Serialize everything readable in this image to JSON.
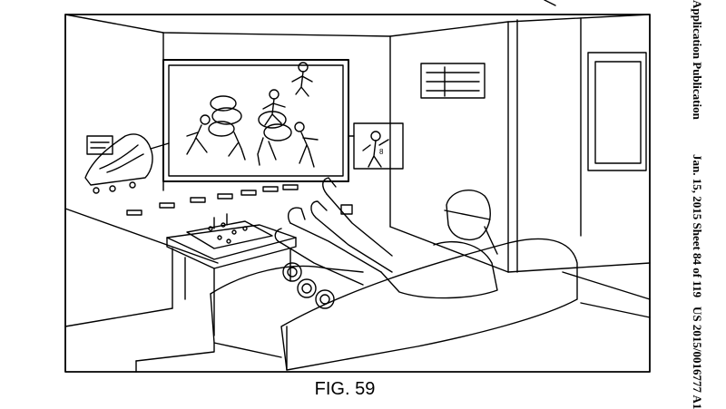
{
  "figure": {
    "caption": "FIG. 59"
  },
  "patent_header": {
    "publication": "Application Publication",
    "date_sheet": "Jan. 15, 2015  Sheet 84 of 119",
    "number": "US 2015/0016777 A1"
  },
  "colors": {
    "ink": "#000000",
    "paper": "#ffffff"
  }
}
